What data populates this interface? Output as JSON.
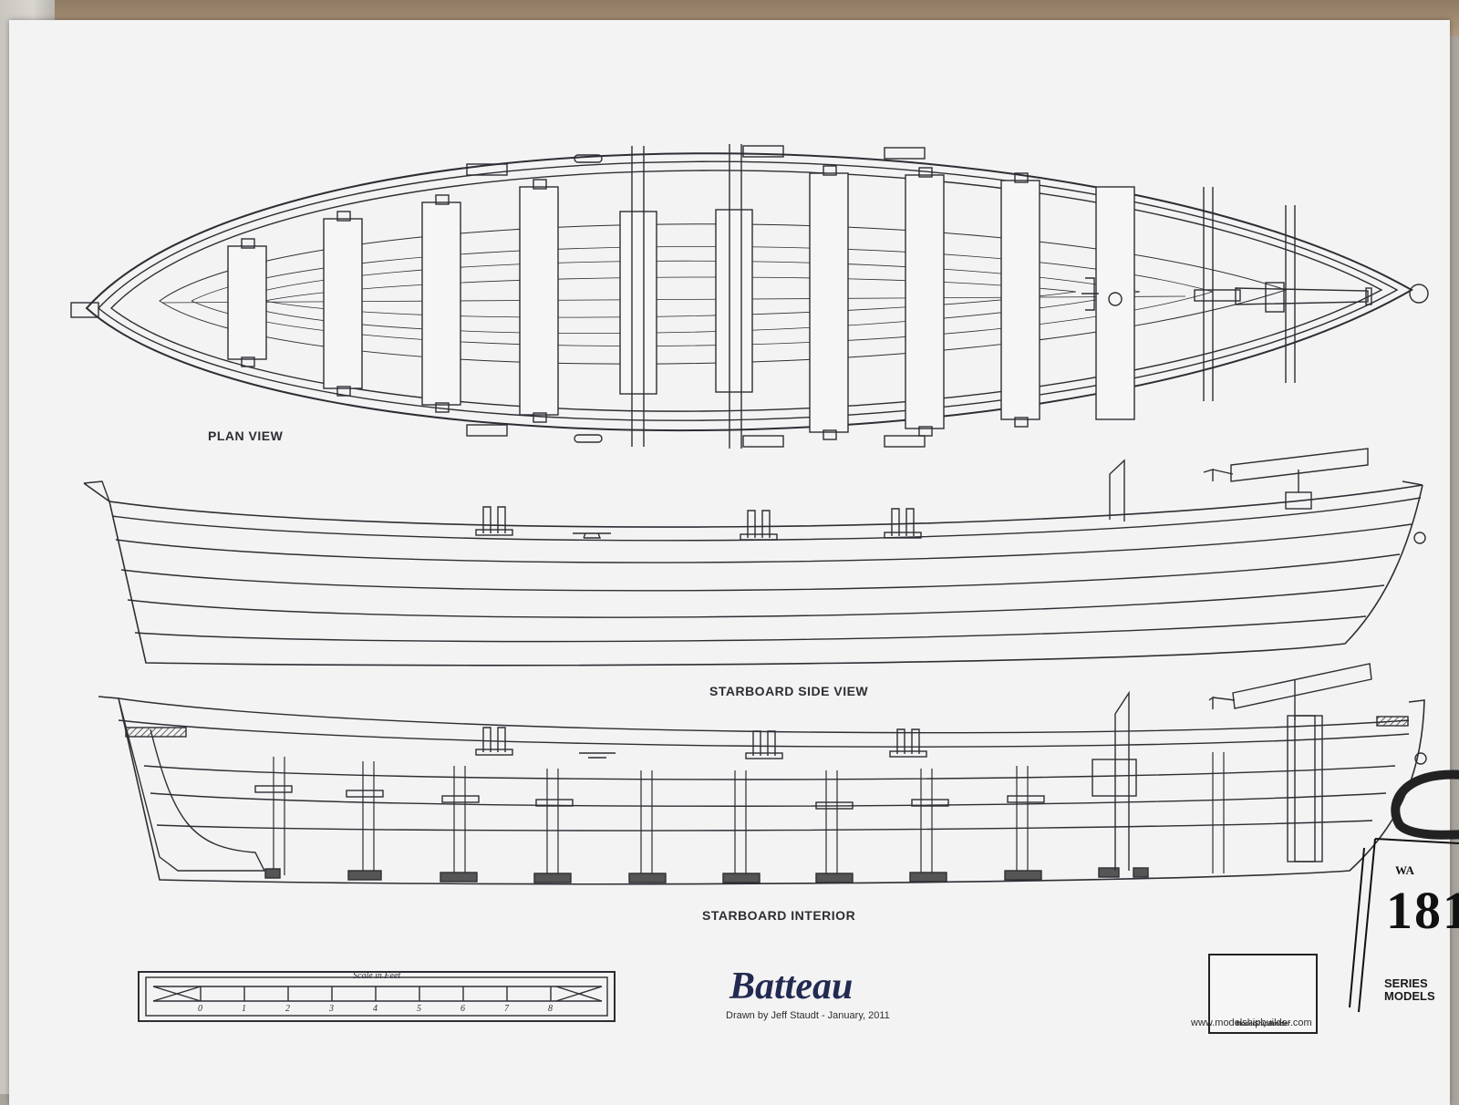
{
  "labels": {
    "plan_view": "PLAN VIEW",
    "side_view": "STARBOARD SIDE VIEW",
    "interior": "STARBOARD INTERIOR"
  },
  "title": {
    "name": "Batteau",
    "credit": "Drawn by Jeff Staudt  -  January, 2011"
  },
  "scale": {
    "caption": "Scale in Feet",
    "ticks": [
      "0",
      "1",
      "2",
      "3",
      "4",
      "5",
      "6",
      "7",
      "8"
    ]
  },
  "logo": {
    "name": "ModelShipBuilder",
    "url": "www.modelshipbuilder.com"
  },
  "badge": {
    "war": "WA",
    "year": "181",
    "series": "SERIES",
    "models": "MODELS"
  },
  "colors": {
    "ink": "#2d2d34",
    "title": "#232a52",
    "paper": "#f3f3f3"
  }
}
